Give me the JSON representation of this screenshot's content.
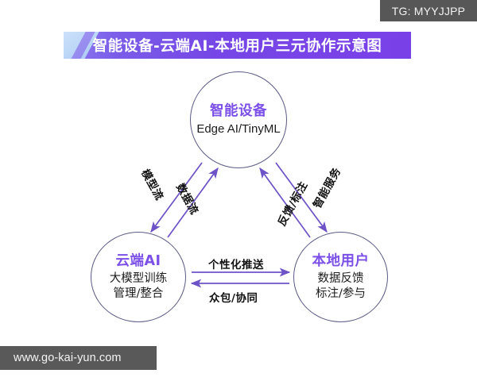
{
  "watermarks": {
    "telegram": "TG: MYYJJPP",
    "website": "www.go-kai-yun.com"
  },
  "title": "智能设备-云端AI-本地用户三元协作示意图",
  "colors": {
    "banner_purple": "#7646e6",
    "banner_accent_blue": "#bcd7f7",
    "node_title_purple": "#7b4fe8",
    "node_border": "#5b5a84",
    "arrow_purple": "#6d52c8",
    "watermark_gray": "#575757"
  },
  "nodes": [
    {
      "id": "device",
      "title": "智能设备",
      "subtitles": [
        "Edge AI/TinyML"
      ]
    },
    {
      "id": "cloud",
      "title": "云端AI",
      "subtitles": [
        "大模型训练",
        "管理/整合"
      ]
    },
    {
      "id": "user",
      "title": "本地用户",
      "subtitles": [
        "数据反馈",
        "标注/参与"
      ]
    }
  ],
  "edges": [
    {
      "id": "model-flow",
      "label": "模型流",
      "from": "device",
      "to": "cloud",
      "direction": "down-left"
    },
    {
      "id": "data-flow",
      "label": "数据流",
      "from": "cloud",
      "to": "device",
      "direction": "up-right"
    },
    {
      "id": "smart-service",
      "label": "智能服务",
      "from": "device",
      "to": "user",
      "direction": "down-right"
    },
    {
      "id": "feedback-annotation",
      "label": "反馈/标注",
      "from": "user",
      "to": "device",
      "direction": "up-left"
    },
    {
      "id": "personalized-push",
      "label": "个性化推送",
      "from": "cloud",
      "to": "user",
      "direction": "right"
    },
    {
      "id": "crowdsource-collab",
      "label": "众包/协同",
      "from": "user",
      "to": "cloud",
      "direction": "left"
    }
  ]
}
